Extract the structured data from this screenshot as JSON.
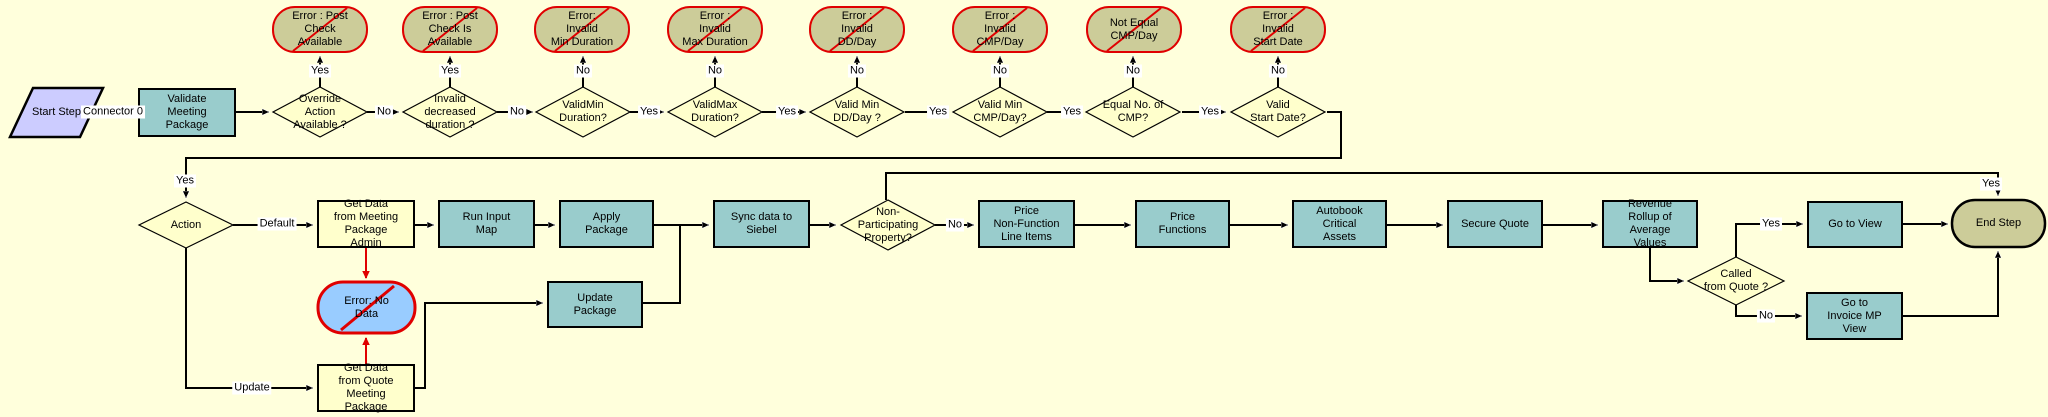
{
  "colors": {
    "background": "#FFFFDC",
    "step_fill": "#99CCCC",
    "subprocess_fill": "#FFFFCC",
    "decision_fill": "#FFFFCC",
    "error_fill": "#CCCC99",
    "error_no_data_fill": "#99CCFF",
    "start_fill": "#CCCCFF",
    "end_fill": "#CCCC99",
    "error_border": "#EE0000",
    "line_color": "#000000"
  },
  "start": {
    "label": "Start Step"
  },
  "end": {
    "label": "End Step"
  },
  "errors": {
    "post_check_available": "Error : Post\nCheck\nAvailable",
    "post_check_is_available": "Error : Post\nCheck Is\nAvailable",
    "invalid_min_duration": "Error:\nInvalid\nMin Duration",
    "invalid_max_duration": "Error :\nInvalid\nMax Duration",
    "invalid_dd_day": "Error :\nInvalid\nDD/Day",
    "invalid_cmp_day": "Error :\nInvalid\nCMP/Day",
    "not_equal_cmp_day": "Not Equal\nCMP/Day",
    "invalid_start_date": "Error :\nInvalid\nStart Date",
    "no_data": "Error: No\nData"
  },
  "decisions": {
    "override_action": "Override\nAction\nAvailable ?",
    "invalid_decreased_duration": "Invalid\ndecreased\nduration ?",
    "valid_min_duration": "ValidMin\nDuration?",
    "valid_max_duration": "ValidMax\nDuration?",
    "valid_min_dd_day": "Valid Min\nDD/Day ?",
    "valid_min_cmp_day": "Valid Min\nCMP/Day?",
    "equal_no_of_cmp": "Equal No. of\nCMP?",
    "valid_start_date": "Valid\nStart Date?",
    "action": "Action",
    "non_participating_property": "Non-Participating\nProperty?",
    "called_from_quote": "Called\nfrom Quote ?"
  },
  "steps": {
    "validate_meeting_package": "Validate\nMeeting\nPackage",
    "get_data_admin": "Get Data\nfrom Meeting\nPackage\nAdmin",
    "run_input_map": "Run Input\nMap",
    "apply_package": "Apply\nPackage",
    "update_package": "Update\nPackage",
    "sync_data": "Sync data to\nSiebel",
    "price_non_function": "Price\nNon-Function\nLine Items",
    "price_functions": "Price\nFunctions",
    "autobook": "Autobook\nCritical\nAssets",
    "secure_quote": "Secure Quote",
    "revenue_rollup": "Revenue\nRollup of\nAverage\nValues",
    "go_to_view": "Go to View",
    "go_to_invoice": "Go to\nInvoice MP\nView",
    "get_data_quote": "Get Data\nfrom Quote\nMeeting\nPackage"
  },
  "edge_labels": {
    "yes": "Yes",
    "no": "No",
    "default": "Default",
    "update": "Update",
    "connector0": "Connector 0"
  }
}
